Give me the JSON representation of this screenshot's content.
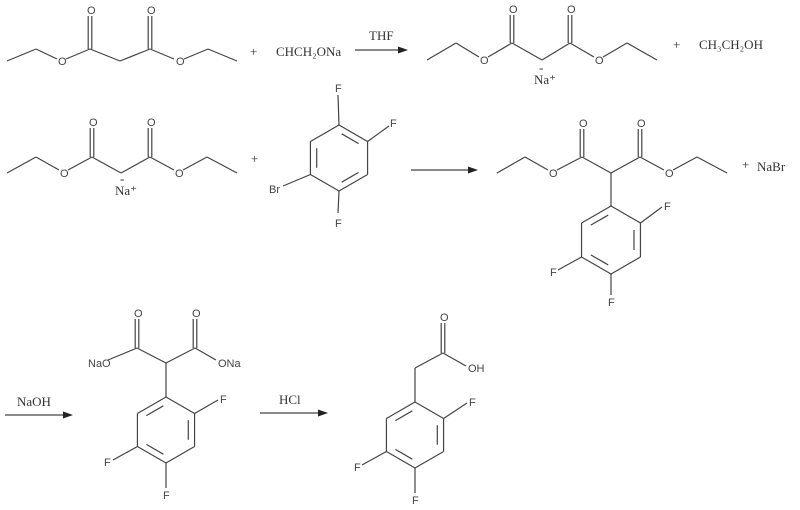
{
  "scheme": {
    "step1": {
      "reactant_plus": "+",
      "reagent": "CHCH₂ONa",
      "condition": "THF",
      "byproduct_plus": "+",
      "byproduct": "CH₃CH₂OH",
      "anion_charge": "-",
      "counter_ion": "Na⁺"
    },
    "step2": {
      "anion_charge": "-",
      "counter_ion": "Na⁺",
      "reactant_plus": "+",
      "aryl_labels": {
        "br": "Br",
        "f_top": "F",
        "f_right": "F",
        "f_bottom": "F"
      },
      "product_labels": {
        "f1": "F",
        "f2": "F",
        "f3": "F"
      },
      "byproduct_plus": "+",
      "byproduct": "NaBr"
    },
    "step3": {
      "reagent": "NaOH",
      "salt_labels": {
        "ona_left": "NaO",
        "ona_right": "ONa",
        "f1": "F",
        "f2": "F",
        "f3": "F"
      }
    },
    "step4": {
      "reagent": "HCl",
      "acid_labels": {
        "oh": "OH",
        "f1": "F",
        "f2": "F",
        "f3": "F"
      }
    },
    "atom_o": "O",
    "colors": {
      "bond": "#444444",
      "text": "#333333"
    }
  }
}
